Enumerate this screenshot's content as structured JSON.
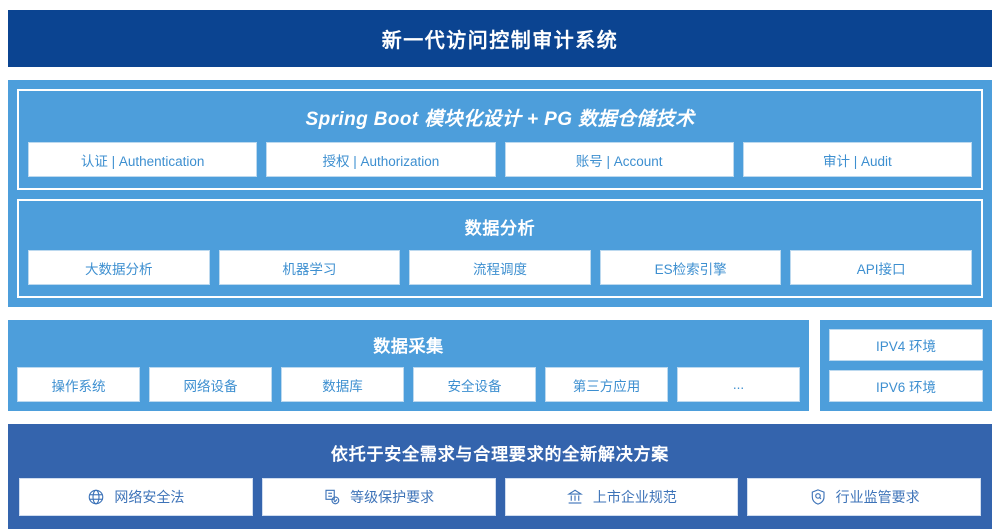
{
  "header": {
    "title": "新一代访问控制审计系统"
  },
  "colors": {
    "header_bg": "#0b4491",
    "panel_bg": "#4d9edb",
    "footer_bg": "#3464ad",
    "chip_bg": "#ffffff",
    "chip_text": "#3d8fd0",
    "footer_chip_text": "#3d73b8"
  },
  "platform": {
    "title": "Spring Boot 模块化设计 + PG 数据仓储技术",
    "chips": [
      {
        "label": "认证 | Authentication"
      },
      {
        "label": "授权 | Authorization"
      },
      {
        "label": "账号 | Account"
      },
      {
        "label": "审计 | Audit"
      }
    ]
  },
  "analysis": {
    "title": "数据分析",
    "chips": [
      {
        "label": "大数据分析"
      },
      {
        "label": "机器学习"
      },
      {
        "label": "流程调度"
      },
      {
        "label": "ES检索引擎"
      },
      {
        "label": "API接口"
      }
    ]
  },
  "collection": {
    "title": "数据采集",
    "chips": [
      {
        "label": "操作系统"
      },
      {
        "label": "网络设备"
      },
      {
        "label": "数据库"
      },
      {
        "label": "安全设备"
      },
      {
        "label": "第三方应用"
      },
      {
        "label": "..."
      }
    ],
    "environments": [
      {
        "label": "IPV4 环境"
      },
      {
        "label": "IPV6 环境"
      }
    ]
  },
  "compliance": {
    "title": "依托于安全需求与合理要求的全新解决方案",
    "chips": [
      {
        "label": "网络安全法",
        "icon": "globe-icon"
      },
      {
        "label": "等级保护要求",
        "icon": "document-check-icon"
      },
      {
        "label": "上市企业规范",
        "icon": "bank-icon"
      },
      {
        "label": "行业监管要求",
        "icon": "shield-search-icon"
      }
    ]
  }
}
